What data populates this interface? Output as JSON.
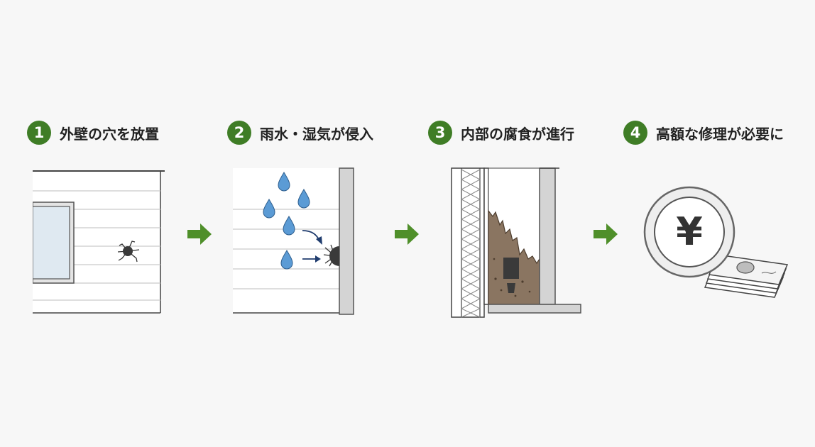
{
  "steps": [
    {
      "number": "1",
      "label": "外壁の穴を放置",
      "icon": "wall-hole-icon"
    },
    {
      "number": "2",
      "label": "雨水・湿気が侵入",
      "icon": "rain-intrusion-icon"
    },
    {
      "number": "3",
      "label": "内部の腐食が進行",
      "icon": "rot-icon"
    },
    {
      "number": "4",
      "label": "高額な修理が必要に",
      "icon": "yen-money-icon"
    }
  ],
  "yen_symbol": "¥",
  "colors": {
    "accent": "#3f7d26",
    "arrow": "#4f8f2a",
    "water": "#5b9bd5",
    "rot": "#8a7561",
    "line": "#444444"
  }
}
